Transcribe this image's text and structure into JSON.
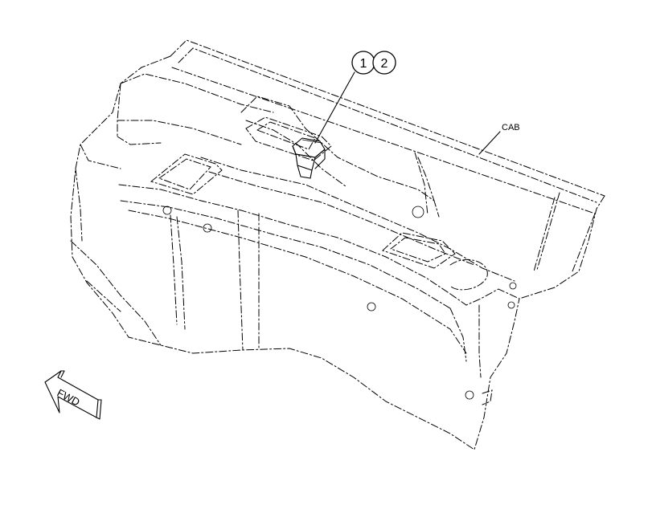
{
  "callouts": [
    {
      "number": "1"
    },
    {
      "number": "2"
    }
  ],
  "labels": {
    "cab": "CAB",
    "direction_arrow": "FWD"
  }
}
